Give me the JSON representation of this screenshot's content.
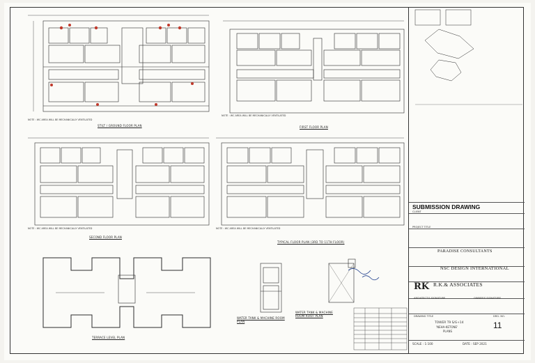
{
  "plans": {
    "ground": "STILT / GROUND FLOOR PLAN",
    "first": "FIRST FLOOR PLAN",
    "second": "SECOND FLOOR PLAN",
    "typical": "TYPICAL FLOOR PLAN (3RD TO 11TH FLOOR)",
    "terrace": "TERRACE LEVEL PLAN",
    "tank_lift": "WATER TANK & MACHINE ROOM PLAN",
    "tank_roof": "WATER TANK & MACHINE ROOM ROOF PLAN"
  },
  "notes": {
    "ground": "NOTE : WC AREA WILL BE MECHANICALLY VENTILATED",
    "first": "NOTE : WC AREA WILL BE MECHANICALLY VENTILATED",
    "second": "NOTE : WC AREA WILL BE MECHANICALLY VENTILATED",
    "typical": "NOTE : WC AREA WILL BE MECHANICALLY VENTILATED"
  },
  "titleblock": {
    "heading": "SUBMISSION DRAWING",
    "client_label": "CLIENT",
    "project_label": "PROJECT TITLE",
    "consultant": "PARADISE CONSULTANTS",
    "designer": "NSC DESIGN INTERNATIONAL",
    "architect": "R.K.& ASSOCIATES",
    "rk_logo": "RK",
    "architect_sign": "ARCHITECT'S SIGNATURE",
    "owner_sign": "OWNER'S SIGNATURE",
    "drawing_title_label": "DRAWING TITLE",
    "drawing_title_1": "TOWER T9 S/G+14",
    "drawing_title_2": "'NEHA-KETONE'",
    "drawing_title_3": "PLANS",
    "sheet_label": "DRG. NO.",
    "sheet_no": "11",
    "scale": "SCALE : 1:100",
    "date": "DATE : SEP 2021"
  },
  "colors": {
    "line": "#2b2b2b",
    "red_marker": "#c0392b"
  }
}
